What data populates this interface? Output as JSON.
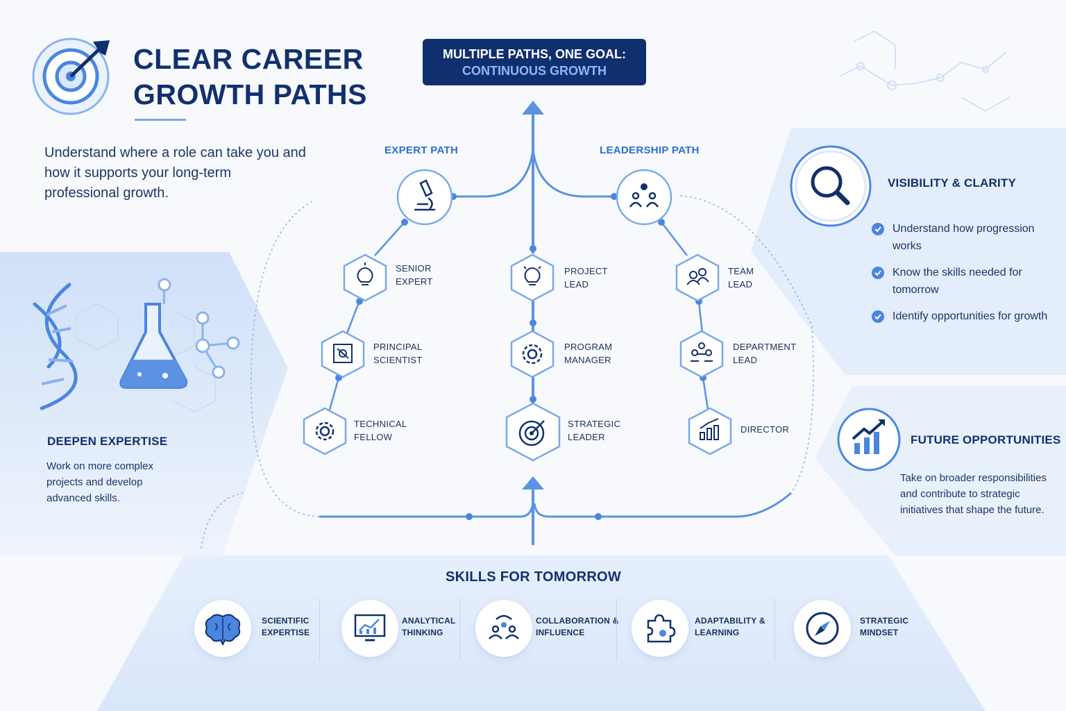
{
  "header": {
    "title_line1": "CLEAR CAREER",
    "title_line2": "GROWTH PATHS",
    "intro": "Understand where a role can take you and how it supports your long-term professional growth."
  },
  "goal": {
    "line1": "MULTIPLE PATHS, ONE GOAL:",
    "line2": "CONTINUOUS GROWTH"
  },
  "paths": {
    "expert": {
      "label": "EXPERT PATH",
      "icon": "microscope-icon",
      "steps": [
        {
          "line1": "SENIOR",
          "line2": "EXPERT",
          "icon": "lightbulb-icon"
        },
        {
          "line1": "PRINCIPAL",
          "line2": "SCIENTIST",
          "icon": "research-icon"
        },
        {
          "line1": "TECHNICAL",
          "line2": "FELLOW",
          "icon": "gear-icon"
        }
      ]
    },
    "center": {
      "steps": [
        {
          "line1": "PROJECT",
          "line2": "LEAD",
          "icon": "lightbulb-icon"
        },
        {
          "line1": "PROGRAM",
          "line2": "MANAGER",
          "icon": "gear-icon"
        },
        {
          "line1": "STRATEGIC",
          "line2": "LEADER",
          "icon": "target-icon"
        }
      ]
    },
    "leadership": {
      "label": "LEADERSHIP PATH",
      "icon": "people-icon",
      "steps": [
        {
          "line1": "TEAM",
          "line2": "LEAD",
          "icon": "team-icon"
        },
        {
          "line1": "DEPARTMENT",
          "line2": "LEAD",
          "icon": "department-icon"
        },
        {
          "line1": "DIRECTOR",
          "line2": "",
          "icon": "growth-chart-icon"
        }
      ]
    }
  },
  "left_panel": {
    "title": "DEEPEN EXPERTISE",
    "text": "Work on more complex projects and develop advanced skills."
  },
  "visibility": {
    "title": "VISIBILITY & CLARITY",
    "items": [
      "Understand how progression works",
      "Know the skills needed for tomorrow",
      "Identify opportunities for growth"
    ]
  },
  "future": {
    "title": "FUTURE OPPORTUNITIES",
    "text": "Take on broader responsibilities and contribute to strategic initiatives that shape the future."
  },
  "skills": {
    "title": "SKILLS FOR TOMORROW",
    "items": [
      {
        "line1": "SCIENTIFIC",
        "line2": "EXPERTISE",
        "icon": "brain-icon"
      },
      {
        "line1": "ANALYTICAL",
        "line2": "THINKING",
        "icon": "monitor-chart-icon"
      },
      {
        "line1": "COLLABORATION &",
        "line2": "INFLUENCE",
        "icon": "collaboration-icon"
      },
      {
        "line1": "ADAPTABILITY &",
        "line2": "LEARNING",
        "icon": "puzzle-icon"
      },
      {
        "line1": "STRATEGIC",
        "line2": "MINDSET",
        "icon": "compass-icon"
      }
    ]
  },
  "colors": {
    "navy": "#102f6e",
    "accent": "#4a86df",
    "light": "#dbe8fb"
  }
}
